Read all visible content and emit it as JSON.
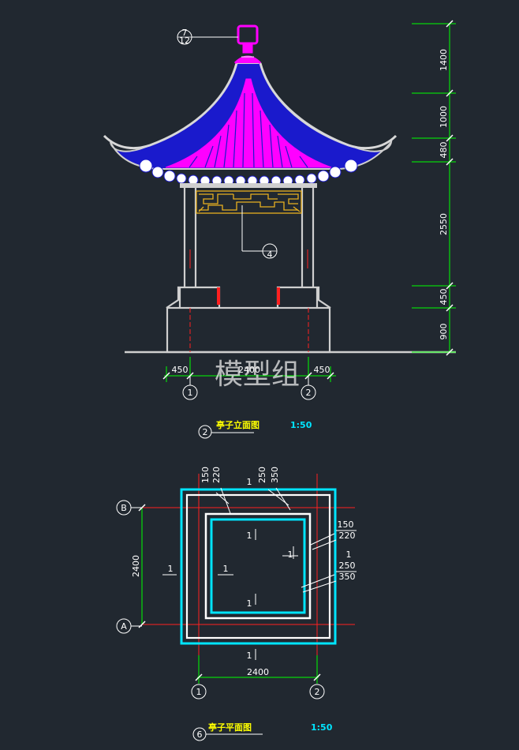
{
  "watermark": "模型组",
  "elevation": {
    "vertical_dims": [
      "1400",
      "1000",
      "480",
      "2550",
      "450",
      "900"
    ],
    "horizontal_dims": [
      "450",
      "2400",
      "450"
    ],
    "axis_bubbles": [
      "1",
      "2"
    ],
    "detail_callout_finial": {
      "top": "7",
      "bottom": "12"
    },
    "detail_callout_lattice": {
      "top": "",
      "bottom": "4"
    },
    "title_number": "2",
    "title_text": "亭子立面图",
    "scale": "1:50"
  },
  "plan": {
    "top_dims": [
      "150",
      "220",
      "1",
      "250",
      "350"
    ],
    "right_dims_upper": [
      "150",
      "220"
    ],
    "right_dims_lower": [
      "1",
      "250",
      "350"
    ],
    "left_dim": "2400",
    "bottom_dim": "2400",
    "axis_bubbles_h": [
      "1",
      "2"
    ],
    "axis_bubbles_v": [
      "B",
      "A"
    ],
    "section_marks": [
      "1",
      "1",
      "1",
      "1",
      "1",
      "1",
      "1"
    ],
    "title_number": "6",
    "title_text": "亭子平面图",
    "scale": "1:50"
  },
  "colors": {
    "background": "#212830",
    "roof_blue": "#1a1acc",
    "rafter_magenta": "#ff00ff",
    "dimension_green": "#00ff00",
    "lattice_yellow": "#e8b020",
    "outline_cyan": "#00e5ff",
    "axis_red": "#ff2020",
    "title_yellow": "#ffff00"
  }
}
